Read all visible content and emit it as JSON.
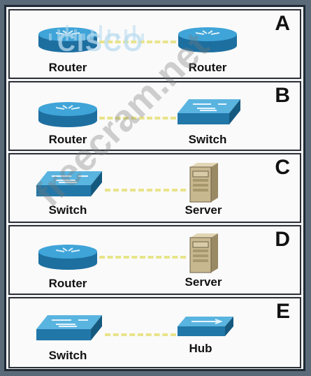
{
  "panels": [
    {
      "letter": "A",
      "left_device": "Router",
      "right_device": "Router"
    },
    {
      "letter": "B",
      "left_device": "Router",
      "right_device": "Switch"
    },
    {
      "letter": "C",
      "left_device": "Switch",
      "right_device": "Server"
    },
    {
      "letter": "D",
      "left_device": "Router",
      "right_device": "Server"
    },
    {
      "letter": "E",
      "left_device": "Switch",
      "right_device": "Hub"
    }
  ],
  "watermarks": {
    "cisco": "CISCO",
    "site": "freecram.net"
  },
  "colors": {
    "device_blue": "#2e8fc4",
    "link_yellow": "#e8e48a",
    "server_tan": "#c8b890"
  },
  "icons": {
    "router": "router-icon",
    "switch": "switch-icon",
    "server": "server-icon",
    "hub": "hub-icon"
  }
}
